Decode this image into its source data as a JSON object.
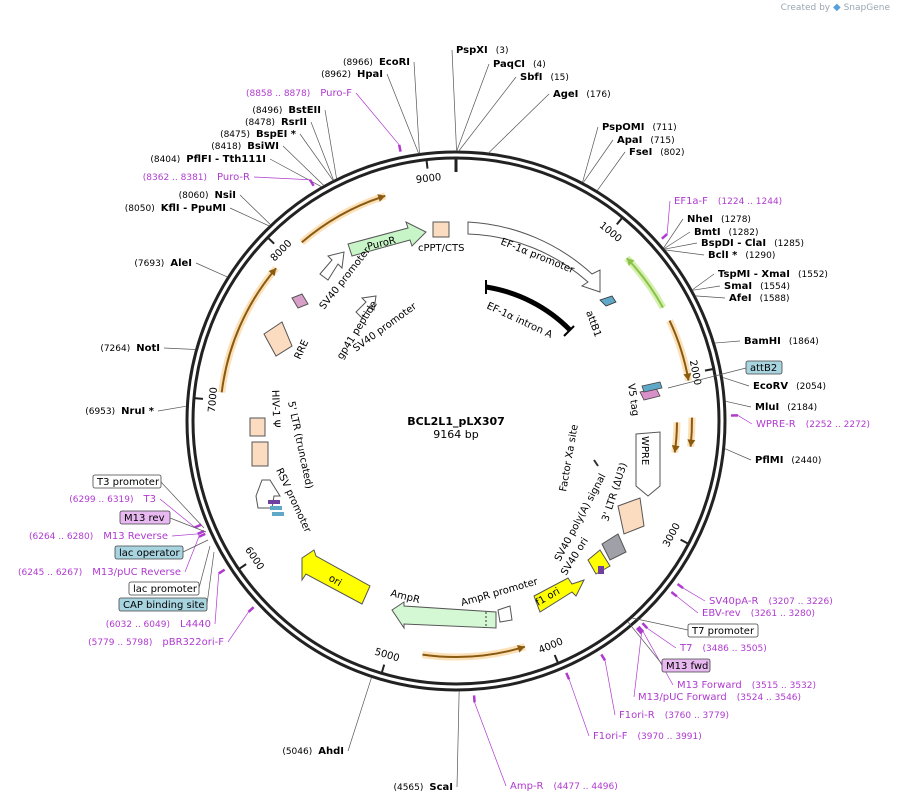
{
  "brand": {
    "created_by": "Created by",
    "app": "SnapGene"
  },
  "plasmid": {
    "name": "BCL2L1_pLX307",
    "size": "9164 bp",
    "length": 9164
  },
  "colors": {
    "ring": "#222222",
    "primer": "#b03ad0",
    "orf": "#f5c89a",
    "promoter": "#ffffff",
    "purple_box": "#e8b8f0",
    "teal_box": "#a8d4e0",
    "ori": "#ffff00",
    "ampr": "#d4f7d4"
  },
  "ticks": [
    {
      "pos": 1000,
      "label": "1000"
    },
    {
      "pos": 2000,
      "label": "2000"
    },
    {
      "pos": 3000,
      "label": "3000"
    },
    {
      "pos": 4000,
      "label": "4000"
    },
    {
      "pos": 5000,
      "label": "5000"
    },
    {
      "pos": 6000,
      "label": "6000"
    },
    {
      "pos": 7000,
      "label": "7000"
    },
    {
      "pos": 8000,
      "label": "8000"
    },
    {
      "pos": 9000,
      "label": "9000"
    }
  ],
  "sites": [
    {
      "pos": 3,
      "name": "PspXI",
      "coord": "(3)"
    },
    {
      "pos": 4,
      "name": "PaqCI",
      "coord": "(4)"
    },
    {
      "pos": 15,
      "name": "SbfI",
      "coord": "(15)"
    },
    {
      "pos": 176,
      "name": "AgeI",
      "coord": "(176)"
    },
    {
      "pos": 711,
      "name": "PspOMI",
      "coord": "(711)"
    },
    {
      "pos": 715,
      "name": "ApaI",
      "coord": "(715)"
    },
    {
      "pos": 802,
      "name": "FseI",
      "coord": "(802)"
    },
    {
      "pos": 1278,
      "name": "NheI",
      "coord": "(1278)"
    },
    {
      "pos": 1282,
      "name": "BmtI",
      "coord": "(1282)"
    },
    {
      "pos": 1285,
      "name": "BspDI - ClaI",
      "coord": "(1285)"
    },
    {
      "pos": 1290,
      "name": "BclI *",
      "coord": "(1290)"
    },
    {
      "pos": 1552,
      "name": "TspMI - XmaI",
      "coord": "(1552)"
    },
    {
      "pos": 1554,
      "name": "SmaI",
      "coord": "(1554)"
    },
    {
      "pos": 1588,
      "name": "AfeI",
      "coord": "(1588)"
    },
    {
      "pos": 1864,
      "name": "BamHI",
      "coord": "(1864)"
    },
    {
      "pos": 2054,
      "name": "EcoRV",
      "coord": "(2054)"
    },
    {
      "pos": 2184,
      "name": "MluI",
      "coord": "(2184)"
    },
    {
      "pos": 2440,
      "name": "PflMI",
      "coord": "(2440)"
    },
    {
      "pos": 4565,
      "name": "ScaI",
      "coord": "(4565)"
    },
    {
      "pos": 5046,
      "name": "AhdI",
      "coord": "(5046)"
    },
    {
      "pos": 6953,
      "name": "NruI *",
      "coord": "(6953)"
    },
    {
      "pos": 7264,
      "name": "NotI",
      "coord": "(7264)"
    },
    {
      "pos": 7693,
      "name": "AleI",
      "coord": "(7693)"
    },
    {
      "pos": 8050,
      "name": "KflI - PpuMI",
      "coord": "(8050)"
    },
    {
      "pos": 8060,
      "name": "NsiI",
      "coord": "(8060)"
    },
    {
      "pos": 8404,
      "name": "PflFI - Tth111I",
      "coord": "(8404)"
    },
    {
      "pos": 8418,
      "name": "BsiWI",
      "coord": "(8418)"
    },
    {
      "pos": 8475,
      "name": "BspEI *",
      "coord": "(8475)"
    },
    {
      "pos": 8478,
      "name": "RsrII",
      "coord": "(8478)"
    },
    {
      "pos": 8496,
      "name": "BstEII",
      "coord": "(8496)"
    },
    {
      "pos": 8962,
      "name": "HpaI",
      "coord": "(8962)"
    },
    {
      "pos": 8966,
      "name": "EcoRI",
      "coord": "(8966)"
    }
  ],
  "primers": [
    {
      "pos": 1234,
      "name": "EF1a-F",
      "coord": "(1224 .. 1244)"
    },
    {
      "pos": 2262,
      "name": "WPRE-R",
      "coord": "(2252 .. 2272)"
    },
    {
      "pos": 3216,
      "name": "SV40pA-R",
      "coord": "(3207 .. 3226)"
    },
    {
      "pos": 3270,
      "name": "EBV-rev",
      "coord": "(3261 .. 3280)"
    },
    {
      "pos": 3495,
      "name": "T7",
      "coord": "(3486 .. 3505)"
    },
    {
      "pos": 3523,
      "name": "M13 Forward",
      "coord": "(3515 .. 3532)"
    },
    {
      "pos": 3535,
      "name": "M13/pUC Forward",
      "coord": "(3524 .. 3546)"
    },
    {
      "pos": 3770,
      "name": "F1ori-R",
      "coord": "(3760 .. 3779)"
    },
    {
      "pos": 3980,
      "name": "F1ori-F",
      "coord": "(3970 .. 3991)"
    },
    {
      "pos": 4486,
      "name": "Amp-R",
      "coord": "(4477 .. 4496)"
    },
    {
      "pos": 5788,
      "name": "pBR322ori-F",
      "coord": "(5779 .. 5798)"
    },
    {
      "pos": 6040,
      "name": "L4440",
      "coord": "(6032 .. 6049)"
    },
    {
      "pos": 6256,
      "name": "M13/pUC Reverse",
      "coord": "(6245 .. 6267)"
    },
    {
      "pos": 6272,
      "name": "M13 Reverse",
      "coord": "(6264 .. 6280)"
    },
    {
      "pos": 6309,
      "name": "T3",
      "coord": "(6299 .. 6319)"
    },
    {
      "pos": 8370,
      "name": "Puro-R",
      "coord": "(8362 .. 8381)"
    },
    {
      "pos": 8868,
      "name": "Puro-F",
      "coord": "(8858 .. 8878)"
    }
  ],
  "boxed_features": [
    {
      "name": "attB2",
      "style": "teal"
    },
    {
      "name": "T7 promoter",
      "style": "white"
    },
    {
      "name": "M13 fwd",
      "style": "purple"
    },
    {
      "name": "T3 promoter",
      "style": "white"
    },
    {
      "name": "M13 rev",
      "style": "purple"
    },
    {
      "name": "lac operator",
      "style": "teal"
    },
    {
      "name": "lac promoter",
      "style": "white"
    },
    {
      "name": "CAP binding site",
      "style": "teal"
    }
  ],
  "feature_labels": {
    "ef1a_promoter": "EF-1α promoter",
    "ef1a_intron": "EF-1α intron A",
    "attb1": "attB1",
    "cppt": "cPPT/CTS",
    "puror": "PuroR",
    "sv40_promoter_1": "SV40 promoter",
    "sv40_promoter_2": "SV40 promoter",
    "gp41": "gp41 peptide",
    "rre": "RRE",
    "v5": "V5 tag",
    "wpre": "WPRE",
    "factor_xa": "Factor Xa site",
    "ltr3": "3' LTR (ΔU3)",
    "sv40_polya": "SV40 poly(A) signal",
    "sv40_ori": "SV40 ori",
    "f1ori": "f1 ori",
    "ampr_promoter": "AmpR promoter",
    "ampr": "AmpR",
    "ori": "ori",
    "rsv": "RSV promoter",
    "ltr5": "5' LTR (truncated)",
    "hiv": "HIV-1 Ψ"
  }
}
